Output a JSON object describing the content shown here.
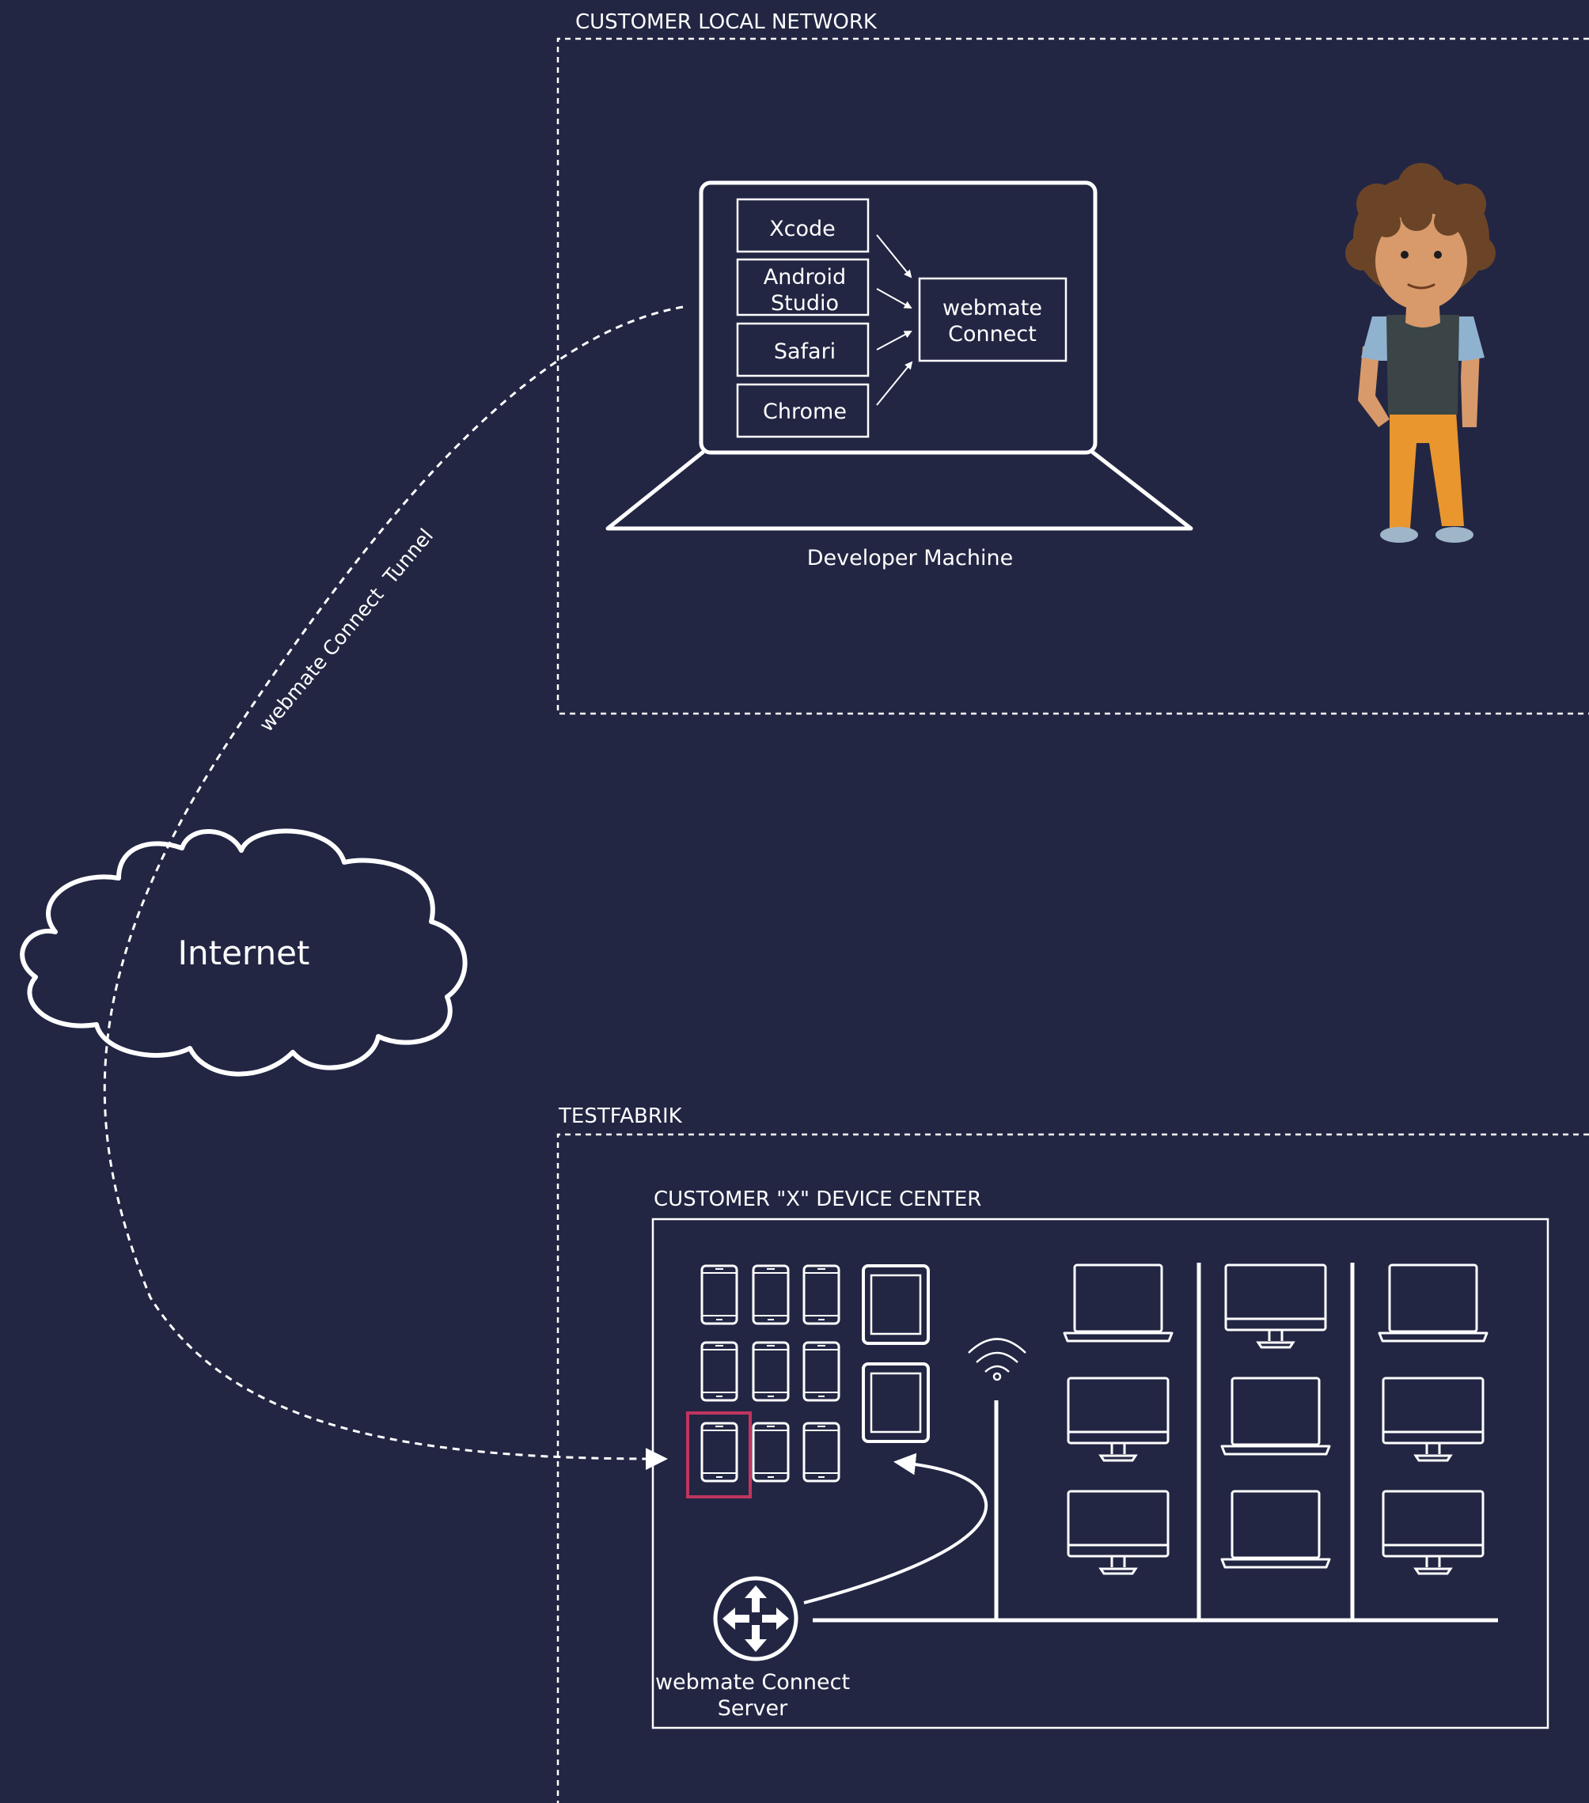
{
  "colors": {
    "background": "#222643",
    "line": "#ffffff",
    "highlight": "#c0355f",
    "person_skin": "#d89a6a",
    "person_hair": "#6b4428",
    "person_vest": "#3b4446",
    "person_shirt": "#8fb2cf",
    "person_pants": "#e9962e",
    "person_shoes": "#9fb6c9"
  },
  "regions": {
    "customer_network": {
      "label": "CUSTOMER LOCAL NETWORK"
    },
    "testfabrik": {
      "label": "TESTFABRIK"
    },
    "device_center": {
      "label": "CUSTOMER \"X\" DEVICE CENTER"
    }
  },
  "developer_machine": {
    "label": "Developer Machine",
    "tools": [
      {
        "lines": [
          "Xcode"
        ]
      },
      {
        "lines": [
          "Android",
          "Studio"
        ]
      },
      {
        "lines": [
          "Safari"
        ]
      },
      {
        "lines": [
          "Chrome"
        ]
      }
    ],
    "connect_box": {
      "lines": [
        "webmate",
        "Connect"
      ]
    }
  },
  "internet": {
    "label": "Internet"
  },
  "tunnel": {
    "label": "webmate Connect  Tunnel"
  },
  "server": {
    "lines": [
      "webmate Connect",
      "Server"
    ],
    "icon": "router-icon"
  },
  "devices": {
    "phones": {
      "rows": 3,
      "cols": 3,
      "icon": "smartphone-icon",
      "highlighted": {
        "row": 3,
        "col": 1
      }
    },
    "tablets": {
      "count": 2,
      "icon": "tablet-icon"
    },
    "wifi": {
      "icon": "wifi-icon"
    },
    "racks": [
      {
        "items": [
          "laptop",
          "monitor",
          "monitor"
        ]
      },
      {
        "items": [
          "monitor",
          "laptop",
          "laptop"
        ]
      },
      {
        "items": [
          "laptop",
          "monitor",
          "monitor"
        ]
      }
    ]
  }
}
